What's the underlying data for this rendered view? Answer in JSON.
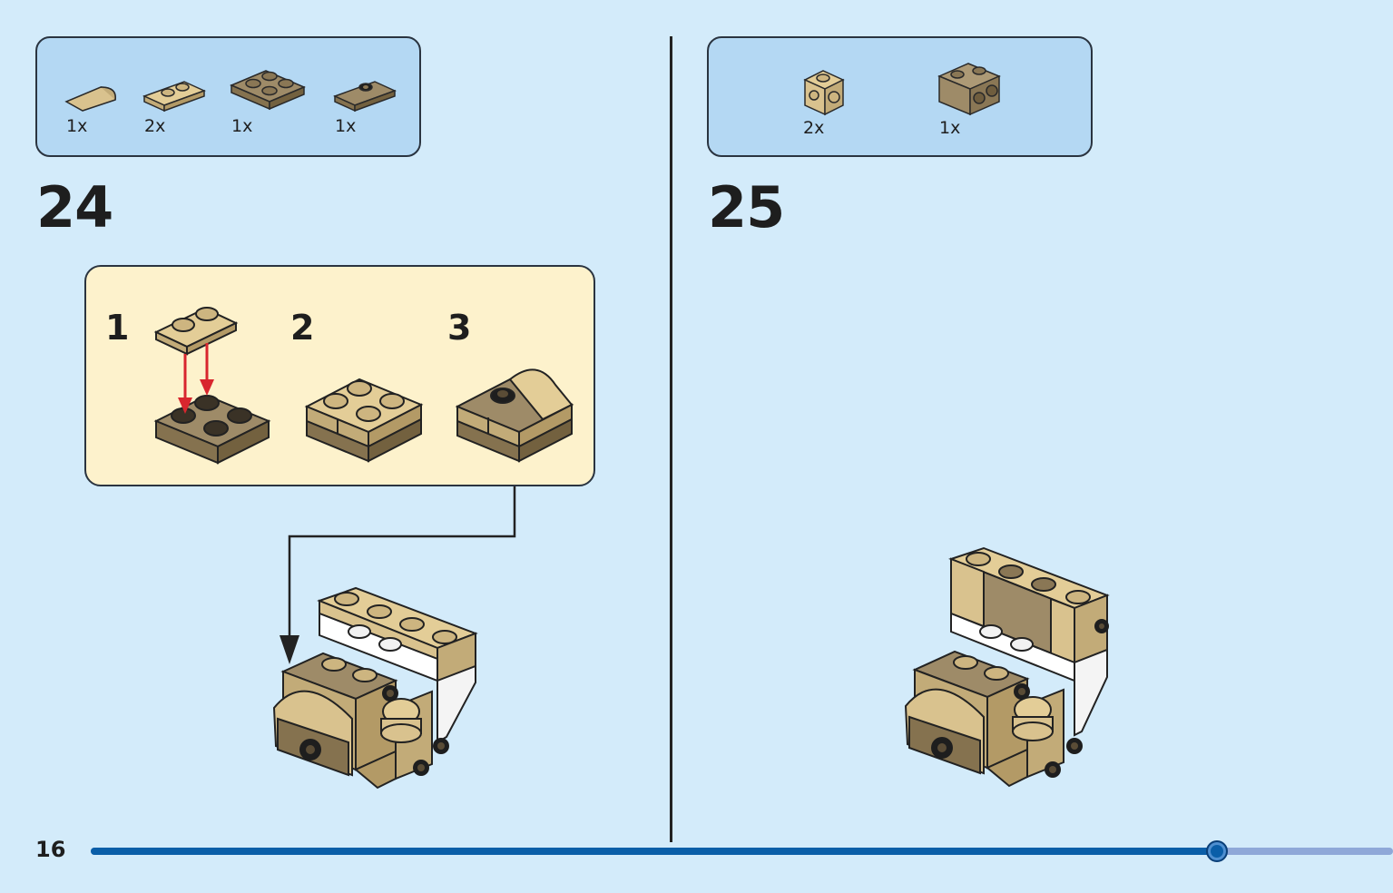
{
  "page": {
    "number": "16",
    "progress_fraction": 0.865
  },
  "step24": {
    "number": "24",
    "parts": [
      {
        "qty": "1x",
        "icon": "tan-curved-slope-icon"
      },
      {
        "qty": "2x",
        "icon": "tan-plate-1x2-icon"
      },
      {
        "qty": "1x",
        "icon": "dark-tan-plate-2x2-icon"
      },
      {
        "qty": "1x",
        "icon": "dark-tan-jumper-plate-icon"
      }
    ],
    "substeps": [
      "1",
      "2",
      "3"
    ]
  },
  "step25": {
    "number": "25",
    "parts": [
      {
        "qty": "2x",
        "icon": "tan-brick-studs-side-icon"
      },
      {
        "qty": "1x",
        "icon": "dark-tan-brick-studs-side-icon"
      }
    ]
  },
  "colors": {
    "background": "#d3ebfa",
    "parts_box": "#b4d8f3",
    "substep_box": "#fdf2cc",
    "tan": "#d9c28e",
    "dark_tan": "#9e8b68",
    "arrow_red": "#d8262e",
    "progress_bar": "#0a5ea8",
    "progress_track": "#8fa8d8"
  }
}
